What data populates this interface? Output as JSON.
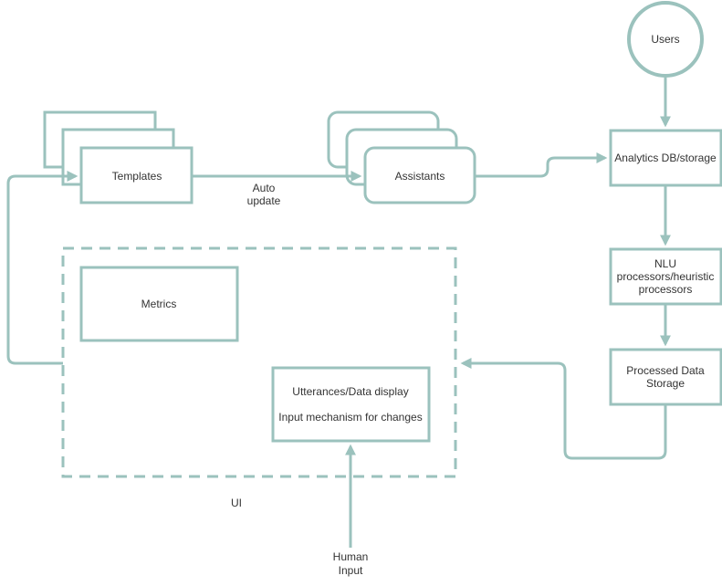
{
  "colors": {
    "stroke": "#9bc2bd",
    "text": "#333333",
    "background": "#ffffff"
  },
  "nodes": {
    "users": "Users",
    "templates": "Templates",
    "assistants": "Assistants",
    "analytics_db": "Analytics DB/storage",
    "nlu_line1": "NLU",
    "nlu_line2": "processors/heuristic",
    "nlu_line3": "processors",
    "processed_line1": "Processed Data",
    "processed_line2": "Storage",
    "metrics": "Metrics",
    "utterances_line1": "Utterances/Data display",
    "utterances_line2": "Input mechanism for changes"
  },
  "labels": {
    "auto_update_line1": "Auto",
    "auto_update_line2": "update",
    "ui": "UI",
    "human_input_line1": "Human",
    "human_input_line2": "Input"
  }
}
